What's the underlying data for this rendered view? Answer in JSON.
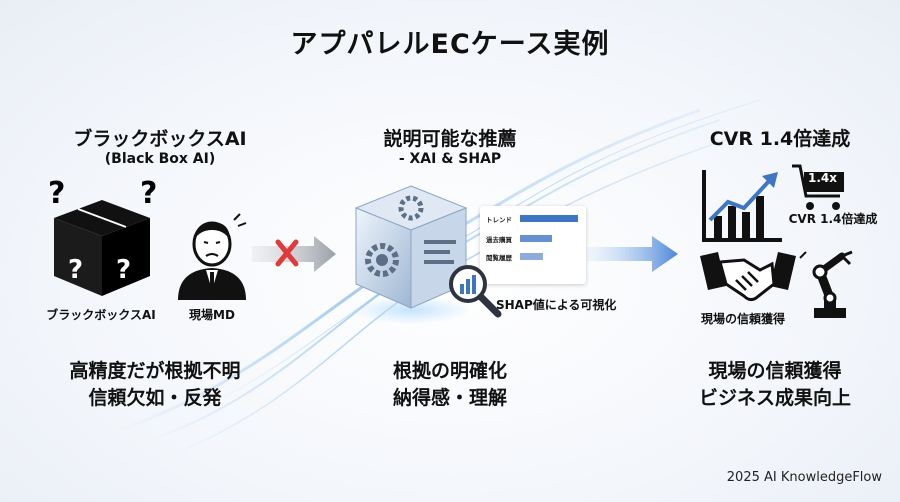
{
  "title": "アプパレルECケース実例",
  "left": {
    "heading": "ブラックボックスAI",
    "subheading": "(Black Box AI)",
    "box_label": "ブラックボックスAI",
    "person_label": "現場MD",
    "summary_line1": "高精度だが根拠不明",
    "summary_line2": "信頼欠如・反発"
  },
  "middle": {
    "heading": "説明可能な推薦",
    "subheading": "- XAI & SHAP",
    "chart_labels": [
      "トレンド",
      "過去購買",
      "閲覧履歴"
    ],
    "chart_values": [
      1.0,
      0.55,
      0.4
    ],
    "shap_caption": "SHAP値による可視化",
    "summary_line1": "根拠の明確化",
    "summary_line2": "納得感・理解"
  },
  "right": {
    "heading": "CVR 1.4倍達成",
    "cart_badge": "1.4x",
    "cvr_label": "CVR 1.4倍達成",
    "trust_label": "現場の信頼獲得",
    "summary_line1": "現場の信頼獲得",
    "summary_line2": "ビジネス成果向上"
  },
  "footer": "2025 AI KnowledgeFlow",
  "colors": {
    "accent": "#3f76c4",
    "cross": "#e03a3a",
    "arrow": "#4a86d8"
  },
  "icons": [
    "question-icon",
    "worried-person-icon",
    "cross-icon",
    "gear-cube-icon",
    "magnifier-icon",
    "growth-chart-icon",
    "cart-icon",
    "handshake-icon",
    "robot-arm-icon"
  ]
}
